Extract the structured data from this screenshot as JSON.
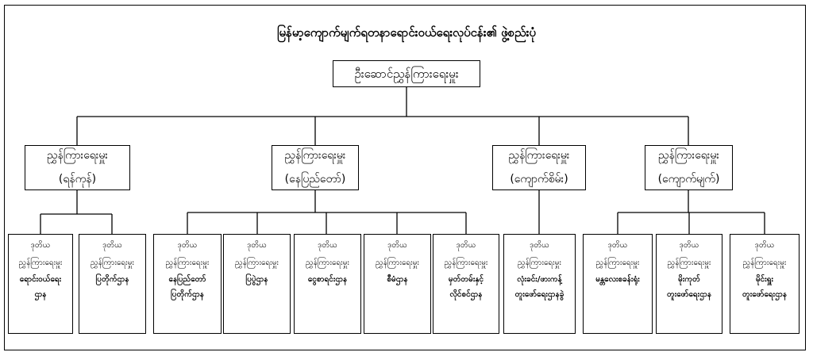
{
  "diagram": {
    "title": "မြန်မာ့ကျောက်မျက်ရတနာရောင်းဝယ်ရေးလုပ်ငန်း၏ ဖွဲ့စည်းပုံ",
    "head": {
      "label": "ဦးဆောင်ညွှန်ကြားရေးမှူး"
    },
    "offices": [
      {
        "line1": "ညွှန်ကြားရေးမှူး",
        "line2": "(ရန်ကုန်)"
      },
      {
        "line1": "ညွှန်ကြားရေးမှူး",
        "line2": "(နေပြည်တော်)"
      },
      {
        "line1": "ညွှန်ကြားရေးမှူး",
        "line2": "(ကျောက်စိမ်း)"
      },
      {
        "line1": "ညွှန်ကြားရေးမှူး",
        "line2": "(ကျောက်မျက်)"
      }
    ],
    "branches": [
      {
        "rank": "ဒုတိယ",
        "post": "ညွှန်ကြားရေးမှူး",
        "name1": "ရောင်းဝယ်ရေး",
        "name2": "ဌာန"
      },
      {
        "rank": "ဒုတိယ",
        "post": "ညွှန်ကြားရေးမှူး",
        "name1": "ပြတိုက်ဌာန",
        "name2": ""
      },
      {
        "rank": "ဒုတိယ",
        "post": "ညွှန်ကြားရေးမှူး",
        "name1": "နေပြည်တော်",
        "name2": "ပြတိုက်ဌာန"
      },
      {
        "rank": "ဒုတိယ",
        "post": "ညွှန်ကြားရေးမှူး",
        "name1": "ပြပွဲဌာန",
        "name2": ""
      },
      {
        "rank": "ဒုတိယ",
        "post": "ညွှန်ကြားရေးမှူး",
        "name1": "ငွေစာရင်းဌာန",
        "name2": ""
      },
      {
        "rank": "ဒုတိယ",
        "post": "ညွှန်ကြားရေးမှူး",
        "name1": "စီမံဌာန",
        "name2": ""
      },
      {
        "rank": "ဒုတိယ",
        "post": "ညွှန်ကြားရေးမှူး",
        "name1": "မှတ်တမ်းနှင့်",
        "name2": "လိုင်စင်ဌာန"
      },
      {
        "rank": "ဒုတိယ",
        "post": "ညွှန်ကြားရေးမှူး",
        "name1": "လုံးခင်း/ဖားကန့်",
        "name2": "တူးဖော်ရေးဌာနခွဲ"
      },
      {
        "rank": "ဒုတိယ",
        "post": "ညွှန်ကြားရေးမှူး",
        "name1": "မန္တလေးစခန်းရုံး",
        "name2": ""
      },
      {
        "rank": "ဒုတိယ",
        "post": "ညွှန်ကြားရေးမှူး",
        "name1": "မိုးကုတ်",
        "name2": "တူးဖော်ရေးဌာန"
      },
      {
        "rank": "ဒုတိယ",
        "post": "ညွှန်ကြားရေးမှူး",
        "name1": "မိုင်းရှူး",
        "name2": "တူးဖော်ရေးဌာန"
      }
    ]
  }
}
